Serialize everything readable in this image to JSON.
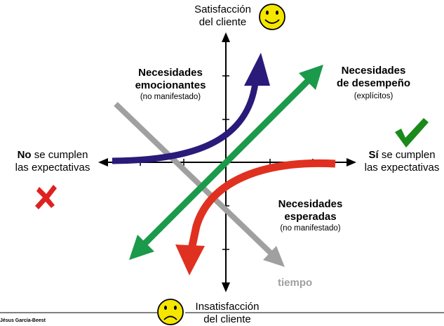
{
  "axis": {
    "top_line1": "Satisfacción",
    "top_line2": "del cliente",
    "bottom_line1": "Insatisfacción",
    "bottom_line2": "del cliente",
    "left_bold": "No",
    "left_rest": " se cumplen",
    "left_line2": "las expectativas",
    "right_bold": "Sí",
    "right_rest": " se cumplen",
    "right_line2": "las expectativas"
  },
  "curves": {
    "emocionantes": {
      "line1": "Necesidades",
      "line2": "emocionantes",
      "note": "(no manifestado)",
      "color": "#2a1a7a"
    },
    "desempeno": {
      "line1": "Necesidades",
      "line2": "de desempeño",
      "note": "(explícitos)",
      "color": "#1a9a4a"
    },
    "esperadas": {
      "line1": "Necesidades",
      "line2": "esperadas",
      "note": "(no manifestado)",
      "color": "#e03020"
    }
  },
  "time": {
    "label": "tiempo",
    "color": "#a0a0a0"
  },
  "footer": {
    "author": "Jésus García-Beest"
  },
  "icons": {
    "happy": "smiley-happy-icon",
    "sad": "smiley-sad-icon",
    "check": "green-check-icon",
    "cross": "red-cross-icon"
  },
  "colors": {
    "smiley_fill": "#f5e600",
    "check": "#1a8a1a",
    "cross": "#e02020"
  }
}
